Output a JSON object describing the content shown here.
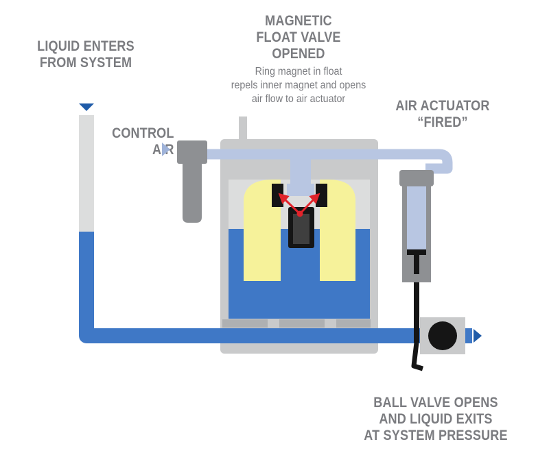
{
  "liquid_inlet": {
    "lines": [
      "LIQUID ENTERS",
      "FROM SYSTEM"
    ]
  },
  "float_valve": {
    "title_lines": [
      "MAGNETIC",
      "FLOAT VALVE",
      "OPENED"
    ],
    "note_lines": [
      "Ring magnet in float",
      "repels inner magnet and opens",
      "air flow to air actuator"
    ]
  },
  "air_actuator": {
    "lines": [
      "AIR ACTUATOR",
      "“FIRED”"
    ]
  },
  "control_air": {
    "lines": [
      "CONTROL",
      "AIR"
    ]
  },
  "ball_valve": {
    "lines": [
      "BALL VALVE OPENS",
      "AND LIQUID EXITS",
      "AT SYSTEM PRESSURE"
    ]
  },
  "colors": {
    "liquid": "#3f78c6",
    "air": "#b8c6e2",
    "housing": "#c9cacb",
    "float": "#f6f29a",
    "magnet": "#151515",
    "force_arrow": "#e0232b",
    "label_text": "#7b7c80"
  }
}
